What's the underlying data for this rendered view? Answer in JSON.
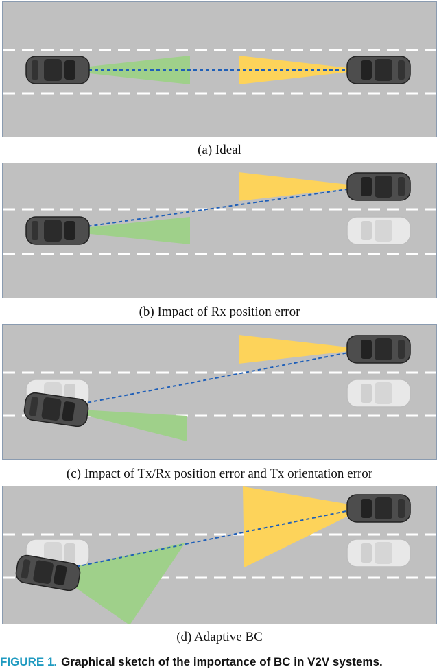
{
  "panels": [
    {
      "id": "a",
      "caption": "(a) Ideal"
    },
    {
      "id": "b",
      "caption": "(b) Impact of Rx position error"
    },
    {
      "id": "c",
      "caption": "(c) Impact of Tx/Rx position error and Tx orientation error"
    },
    {
      "id": "d",
      "caption": "(d) Adaptive BC"
    }
  ],
  "figure_caption": {
    "label": "FIGURE 1.",
    "text": "Graphical sketch of the importance of BC in V2V systems."
  },
  "colors": {
    "road": "#c0c0c0",
    "lane_marking": "#ffffff",
    "tx_beam": "#9fd08a",
    "rx_beam": "#fdd35a",
    "link": "#1f5fb8",
    "car_body": "#5a5a5a",
    "ghost_car": "#e6e6e6"
  }
}
